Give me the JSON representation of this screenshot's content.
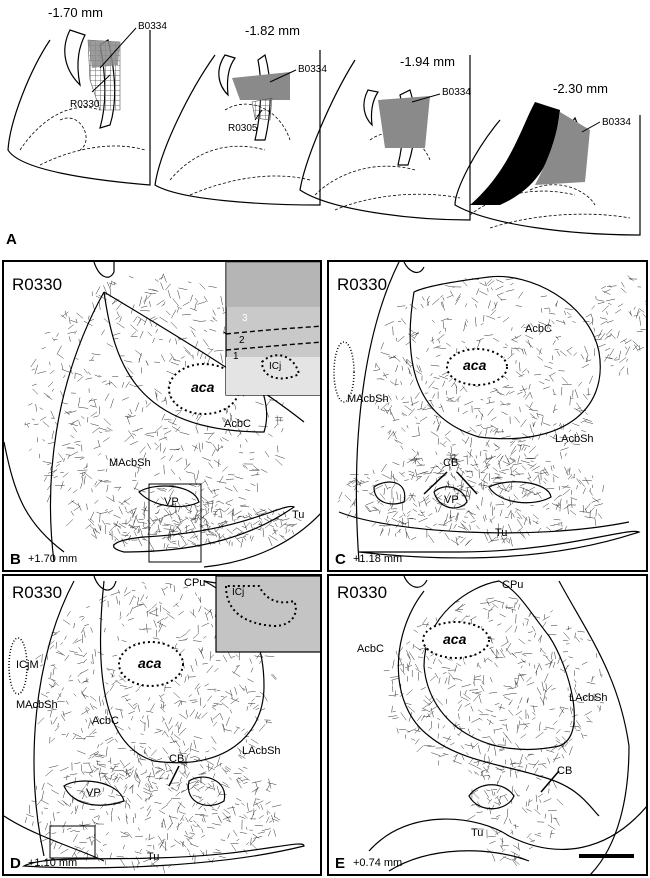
{
  "panel_a": {
    "letter": "A",
    "sections": [
      {
        "level": "-1.70 mm",
        "case1": "B0334",
        "case2": "R0330"
      },
      {
        "level": "-1.82 mm",
        "case1": "B0334",
        "case2": "R0305"
      },
      {
        "level": "-1.94 mm",
        "case1": "B0334"
      },
      {
        "level": "-2.30 mm",
        "case1": "B0334"
      }
    ]
  },
  "panel_b": {
    "case": "R0330",
    "letter": "B",
    "level": "+1.70 mm",
    "labels": {
      "aca": "aca",
      "acbc": "AcbC",
      "macbsh": "MAcbSh",
      "vp": "VP",
      "tu": "Tu"
    },
    "inset": {
      "layer3": "3",
      "layer2": "2",
      "layer1": "1",
      "icj": "ICj"
    }
  },
  "panel_c": {
    "case": "R0330",
    "letter": "C",
    "level": "+1.18 mm",
    "labels": {
      "aca": "aca",
      "acbc": "AcbC",
      "macbsh": "MAcbSh",
      "lacbsh": "LAcbSh",
      "cb": "CB",
      "vp": "VP",
      "tu": "Tu"
    }
  },
  "panel_d": {
    "case": "R0330",
    "letter": "D",
    "level": "+1.10 mm",
    "labels": {
      "aca": "aca",
      "cpu": "CPu",
      "icjm": "ICjM",
      "macbsh": "MAcbSh",
      "acbc": "AcbC",
      "lacbsh": "LAcbSh",
      "cb": "CB",
      "vp": "VP",
      "tu": "Tu"
    },
    "inset": {
      "icj": "ICj"
    }
  },
  "panel_e": {
    "case": "R0330",
    "letter": "E",
    "level": "+0.74 mm",
    "labels": {
      "cpu": "CPu",
      "aca": "aca",
      "acbc": "AcbC",
      "lacbsh": "LAcbSh",
      "cb": "CB",
      "tu": "Tu"
    }
  }
}
